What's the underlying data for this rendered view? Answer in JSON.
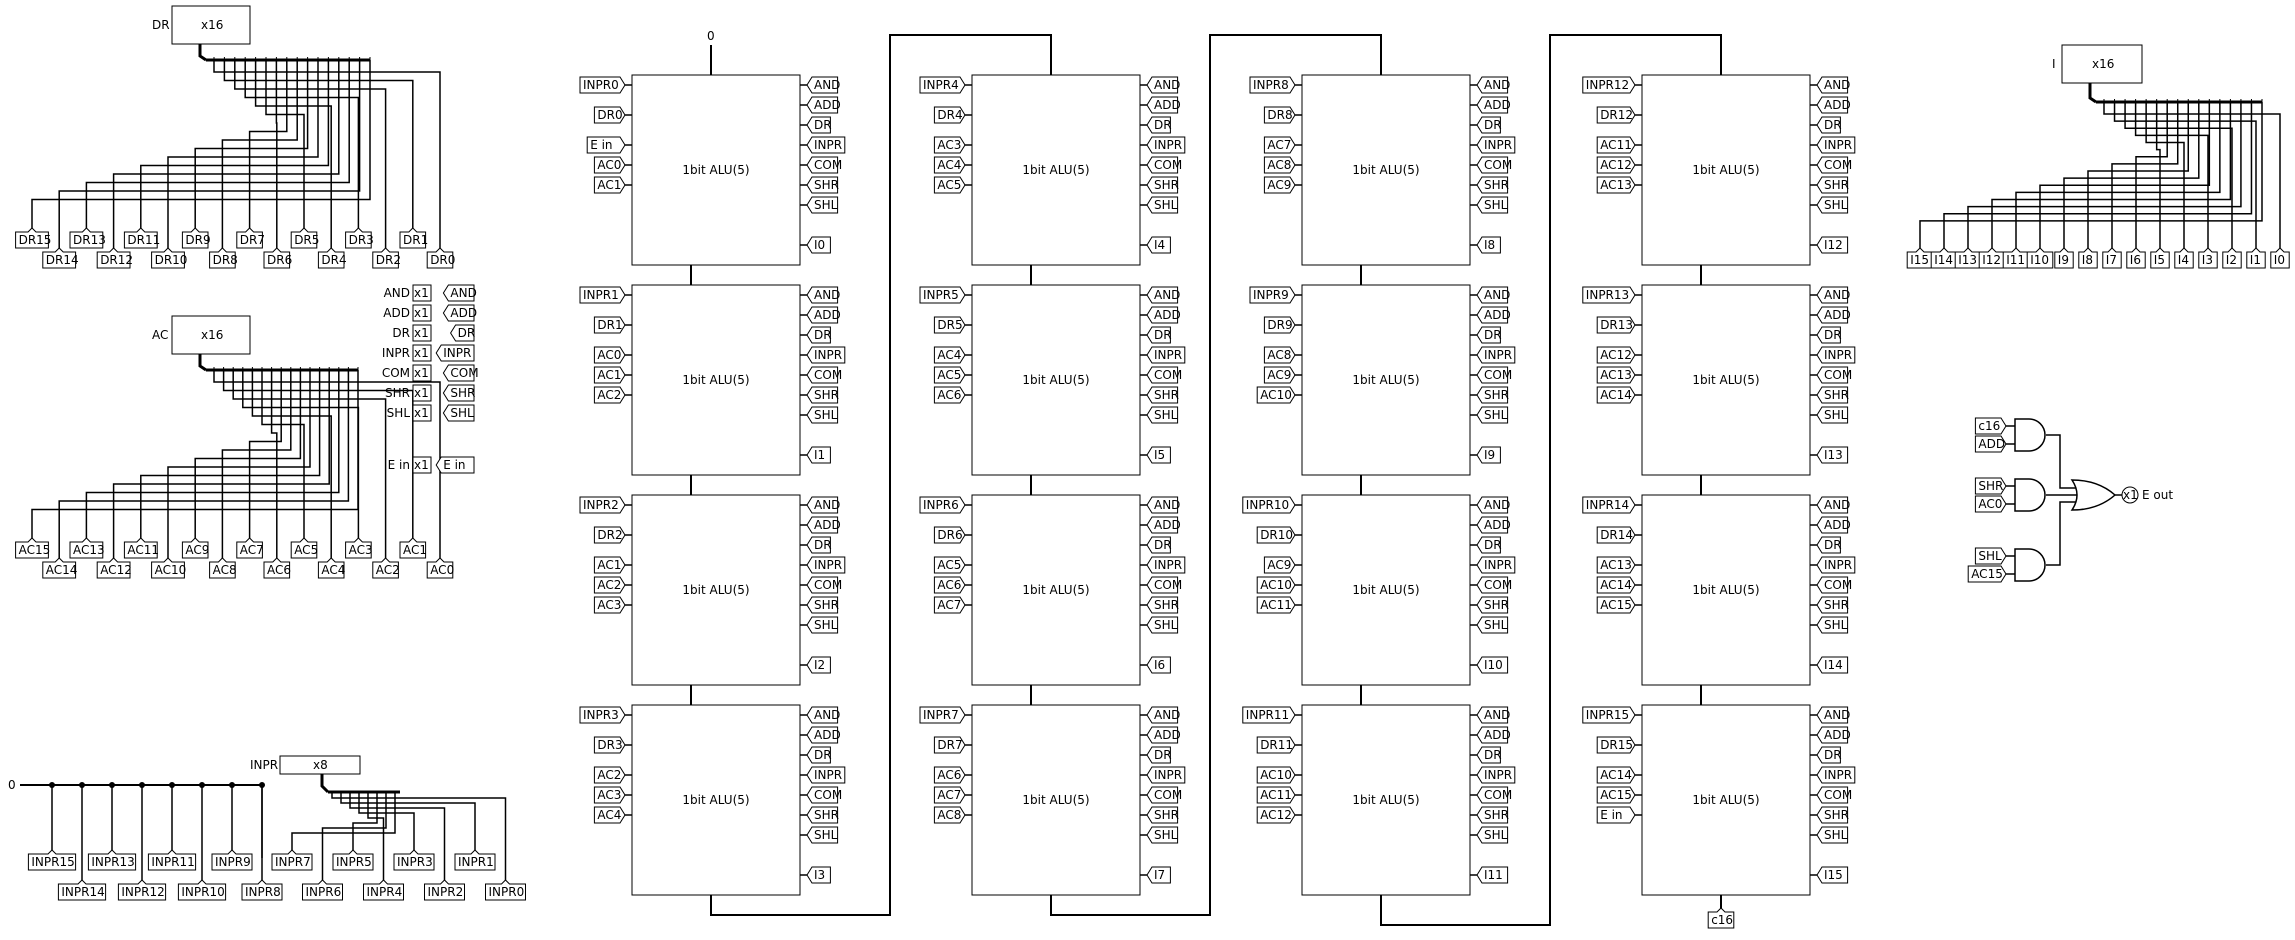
{
  "colors": {
    "wire": "#000000",
    "background": "#ffffff",
    "stroke": "#000000"
  },
  "dr_splitter": {
    "label": "DR",
    "width": "x16",
    "outputs": [
      "DR15",
      "DR14",
      "DR13",
      "DR12",
      "DR11",
      "DR10",
      "DR9",
      "DR8",
      "DR7",
      "DR6",
      "DR5",
      "DR4",
      "DR3",
      "DR2",
      "DR1",
      "DR0"
    ]
  },
  "ac_splitter": {
    "label": "AC",
    "width": "x16",
    "outputs": [
      "AC15",
      "AC14",
      "AC13",
      "AC12",
      "AC11",
      "AC10",
      "AC9",
      "AC8",
      "AC7",
      "AC6",
      "AC5",
      "AC4",
      "AC3",
      "AC2",
      "AC1",
      "AC0"
    ]
  },
  "i_splitter": {
    "label": "I",
    "width": "x16",
    "outputs": [
      "I15",
      "I14",
      "I13",
      "I12",
      "I11",
      "I10",
      "I9",
      "I8",
      "I7",
      "I6",
      "I5",
      "I4",
      "I3",
      "I2",
      "I1",
      "I0"
    ]
  },
  "inpr_splitter": {
    "label": "INPR",
    "width": "x8",
    "outputs": [
      "INPR7",
      "INPR6",
      "INPR5",
      "INPR4",
      "INPR3",
      "INPR2",
      "INPR1",
      "INPR0"
    ]
  },
  "zero_bus": {
    "constant": "0",
    "outputs": [
      "INPR15",
      "INPR14",
      "INPR13",
      "INPR12",
      "INPR11",
      "INPR10",
      "INPR9",
      "INPR8"
    ]
  },
  "control_inputs": {
    "names": [
      "AND",
      "ADD",
      "DR",
      "INPR",
      "COM",
      "SHR",
      "SHL",
      "E in"
    ],
    "width": "x1"
  },
  "alu": {
    "constant_top": "0",
    "block_label": "1bit ALU(5)",
    "output_ports": [
      "AND",
      "ADD",
      "DR",
      "INPR",
      "COM",
      "SHR",
      "SHL"
    ],
    "carry_out": "c16",
    "bits": [
      {
        "inpr": "INPR0",
        "dr": "DR0",
        "acs": [
          "E in",
          "AC0",
          "AC1"
        ],
        "out": "I0"
      },
      {
        "inpr": "INPR1",
        "dr": "DR1",
        "acs": [
          "AC0",
          "AC1",
          "AC2"
        ],
        "out": "I1"
      },
      {
        "inpr": "INPR2",
        "dr": "DR2",
        "acs": [
          "AC1",
          "AC2",
          "AC3"
        ],
        "out": "I2"
      },
      {
        "inpr": "INPR3",
        "dr": "DR3",
        "acs": [
          "AC2",
          "AC3",
          "AC4"
        ],
        "out": "I3"
      },
      {
        "inpr": "INPR4",
        "dr": "DR4",
        "acs": [
          "AC3",
          "AC4",
          "AC5"
        ],
        "out": "I4"
      },
      {
        "inpr": "INPR5",
        "dr": "DR5",
        "acs": [
          "AC4",
          "AC5",
          "AC6"
        ],
        "out": "I5"
      },
      {
        "inpr": "INPR6",
        "dr": "DR6",
        "acs": [
          "AC5",
          "AC6",
          "AC7"
        ],
        "out": "I6"
      },
      {
        "inpr": "INPR7",
        "dr": "DR7",
        "acs": [
          "AC6",
          "AC7",
          "AC8"
        ],
        "out": "I7"
      },
      {
        "inpr": "INPR8",
        "dr": "DR8",
        "acs": [
          "AC7",
          "AC8",
          "AC9"
        ],
        "out": "I8"
      },
      {
        "inpr": "INPR9",
        "dr": "DR9",
        "acs": [
          "AC8",
          "AC9",
          "AC10"
        ],
        "out": "I9"
      },
      {
        "inpr": "INPR10",
        "dr": "DR10",
        "acs": [
          "AC9",
          "AC10",
          "AC11"
        ],
        "out": "I10"
      },
      {
        "inpr": "INPR11",
        "dr": "DR11",
        "acs": [
          "AC10",
          "AC11",
          "AC12"
        ],
        "out": "I11"
      },
      {
        "inpr": "INPR12",
        "dr": "DR12",
        "acs": [
          "AC11",
          "AC12",
          "AC13"
        ],
        "out": "I12"
      },
      {
        "inpr": "INPR13",
        "dr": "DR13",
        "acs": [
          "AC12",
          "AC13",
          "AC14"
        ],
        "out": "I13"
      },
      {
        "inpr": "INPR14",
        "dr": "DR14",
        "acs": [
          "AC13",
          "AC14",
          "AC15"
        ],
        "out": "I14"
      },
      {
        "inpr": "INPR15",
        "dr": "DR15",
        "acs": [
          "AC14",
          "AC15",
          "E in"
        ],
        "out": "I15"
      }
    ]
  },
  "e_out_logic": {
    "gates": [
      {
        "inputs": [
          "c16",
          "ADD"
        ]
      },
      {
        "inputs": [
          "SHR",
          "AC0"
        ]
      },
      {
        "inputs": [
          "SHL",
          "AC15"
        ]
      }
    ],
    "output_width": "x1",
    "output_label": "E out"
  }
}
